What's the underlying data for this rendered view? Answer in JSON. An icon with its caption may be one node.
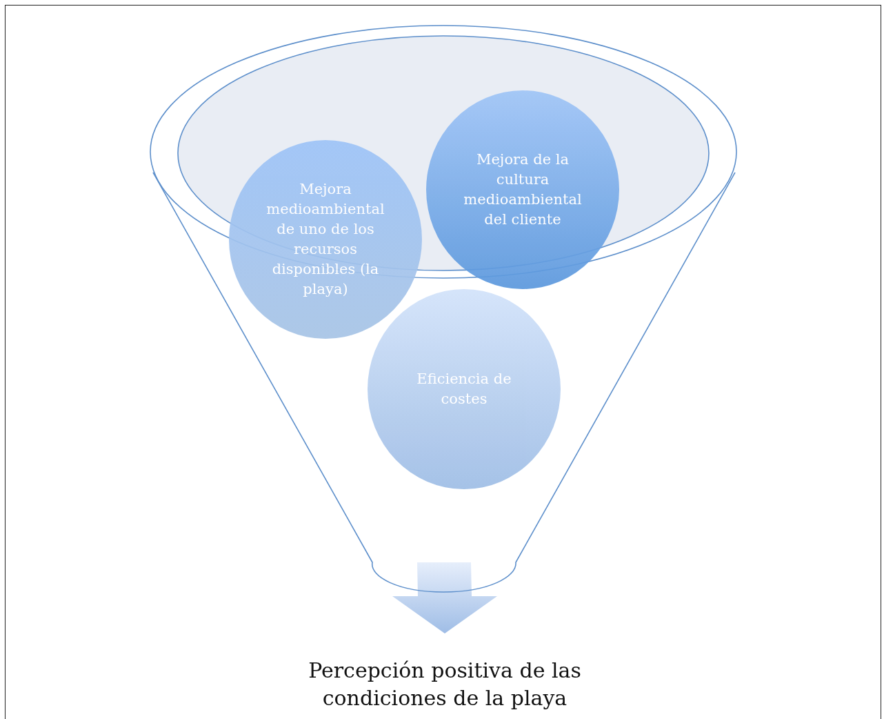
{
  "diagram": {
    "nodes": [
      {
        "text": [],
        "shape": "funnel"
      },
      {
        "text": [
          "Mejora medioambiental de uno de los recursos disponibles (la playa)"
        ],
        "in": 0
      },
      {
        "text": [
          "Mejora de la cultura medioambiental del cliente"
        ],
        "in": 0
      },
      {
        "text": [
          "Eficiencia de costes"
        ],
        "in": 0
      },
      {
        "text": [
          "Percepción positiva de las condiciones de la playa"
        ]
      }
    ],
    "edges": [
      {
        "from": 0,
        "to": 4,
        "arrow": "to",
        "style": "thick"
      }
    ]
  }
}
